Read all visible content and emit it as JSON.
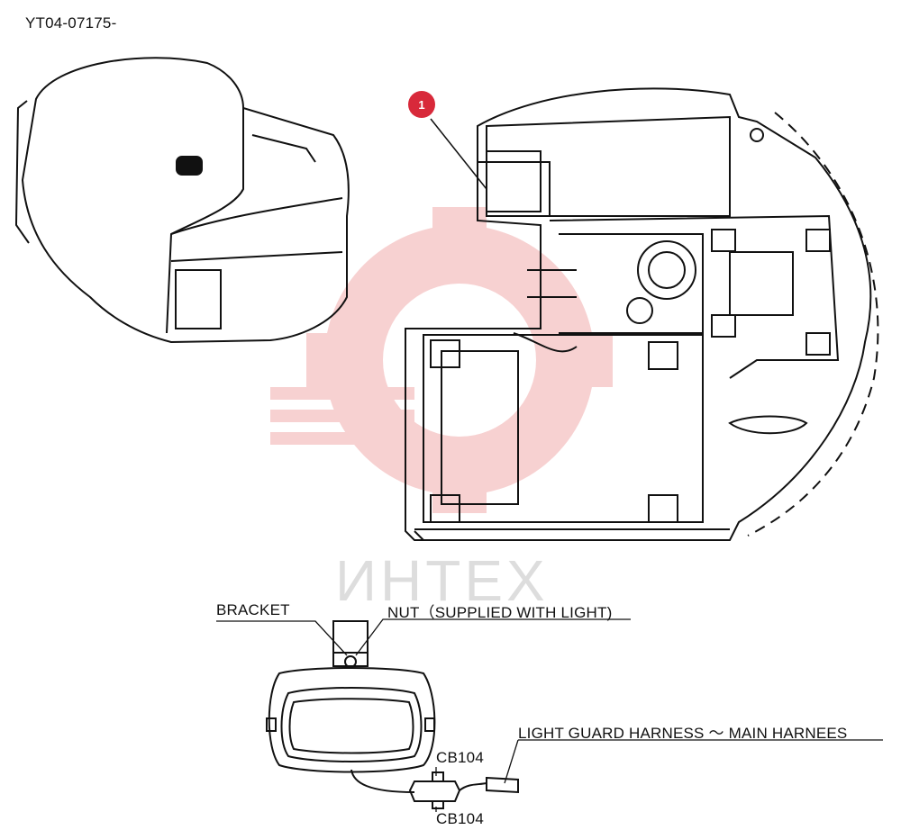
{
  "header": {
    "part_code": "YT04-07175-"
  },
  "callout": {
    "number": "1"
  },
  "labels": {
    "bracket": "BRACKET",
    "nut": "NUT（SUPPLIED WITH LIGHT)",
    "harness": "LIGHT GUARD HARNESS ～ MAIN HARNEES",
    "connector_top": "CB104",
    "connector_bottom": "CB104"
  },
  "watermark": {
    "text": "ИНТЕХ"
  },
  "colors": {
    "callout": "#d8293a",
    "watermark": "#f6c9c9",
    "lines": "#111111"
  }
}
